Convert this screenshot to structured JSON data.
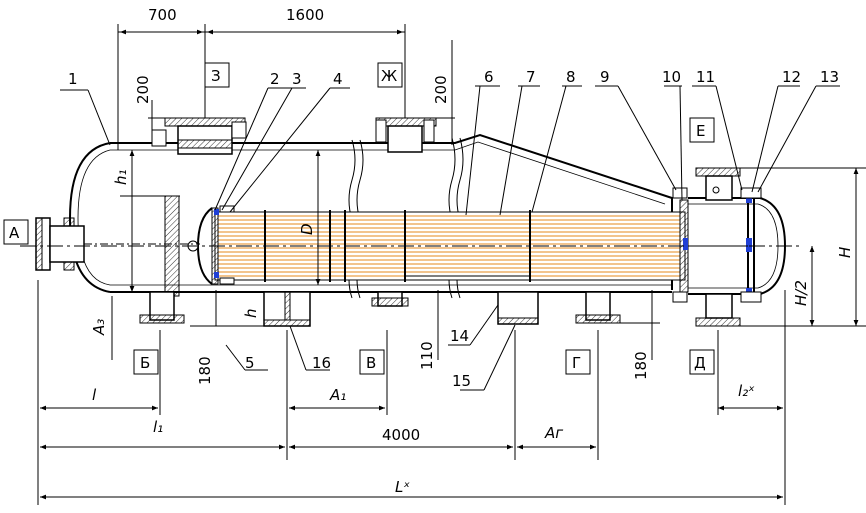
{
  "dims": {
    "d700": "700",
    "d1600": "1600",
    "d200_left": "200",
    "d200_right": "200",
    "d180_left": "180",
    "d110": "110",
    "d180_right": "180",
    "d4000": "4000"
  },
  "symbols": {
    "h1": "h₁",
    "D": "D",
    "h": "h",
    "A3": "A₃",
    "l": "l",
    "l1": "l₁",
    "A1": "A₁",
    "Ag": "Aг",
    "Lx": "Lˣ",
    "l2x": "l₂ˣ",
    "H": "H",
    "H2": "H/2"
  },
  "parts": [
    "1",
    "2",
    "3",
    "4",
    "5",
    "6",
    "7",
    "8",
    "9",
    "10",
    "11",
    "12",
    "13",
    "14",
    "15",
    "16"
  ],
  "nozzles": {
    "A": "А",
    "B": "Б",
    "V": "В",
    "G": "Г",
    "D": "Д",
    "E": "Е",
    "Zh": "Ж",
    "Z": "З"
  }
}
